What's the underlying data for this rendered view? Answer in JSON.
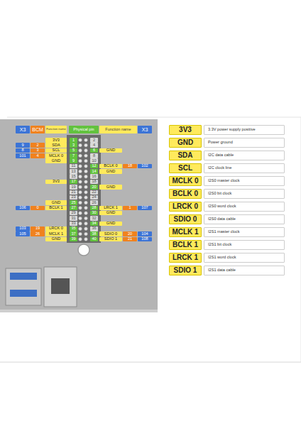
{
  "diagram": {
    "labels": [
      "X3",
      "BCM",
      "Function name",
      "Physical pin",
      "Function name",
      "X3",
      "3V3",
      "1",
      "2",
      "9",
      "2",
      "SDA",
      "3",
      "4",
      "8",
      "3",
      "SCL",
      "5",
      "6",
      "GND",
      "101",
      "4",
      "MCLK 0",
      "7",
      "8",
      "GND",
      "9",
      "10",
      "11",
      "12",
      "BCLK 0",
      "18",
      "102",
      "13",
      "14",
      "GND",
      "15",
      "16",
      "3V3",
      "17",
      "18",
      "19",
      "20",
      "GND",
      "21",
      "22",
      "23",
      "24",
      "GND",
      "25",
      "26",
      "106",
      "0",
      "BCLK 1",
      "27",
      "28",
      "LRCK 1",
      "1",
      "107",
      "29",
      "30",
      "GND",
      "31",
      "32",
      "33",
      "34",
      "GND",
      "103",
      "19",
      "LRCK 0",
      "35",
      "36",
      "105",
      "26",
      "MCLK 1",
      "37",
      "38",
      "SDIO 0",
      "20",
      "104",
      "GND",
      "39",
      "40",
      "SDIO 1",
      "21",
      "108",
      "3V3",
      "3.3V power supply positive",
      "GND",
      "Power ground",
      "SDA",
      "I2C data cable",
      "SCL",
      "I2C clock line",
      "MCLK 0",
      "I2S0 master clock",
      "BCLK 0",
      "I2S0 bit clock",
      "LRCK 0",
      "I2S0 word clock",
      "SDIO 0",
      "I2S0 data cable",
      "MCLK 1",
      "I2S1 master clock",
      "BCLK 1",
      "I2S1 bit clock",
      "LRCK 1",
      "I2S1 word clock",
      "SDIO 1",
      "I2S1 data cable"
    ]
  }
}
